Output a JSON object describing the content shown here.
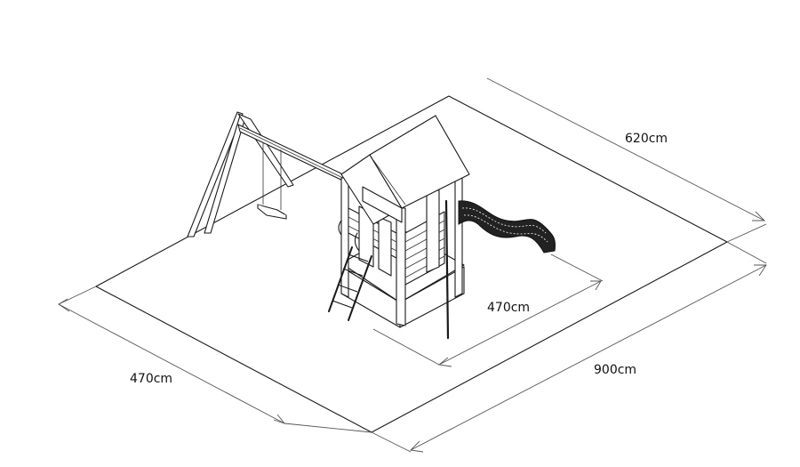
{
  "dimensions": {
    "depth_top": "620cm",
    "width_bottom": "900cm",
    "depth_left": "470cm",
    "width_inner": "470cm"
  },
  "colors": {
    "line": "#1a1a1a",
    "background": "#ffffff"
  }
}
